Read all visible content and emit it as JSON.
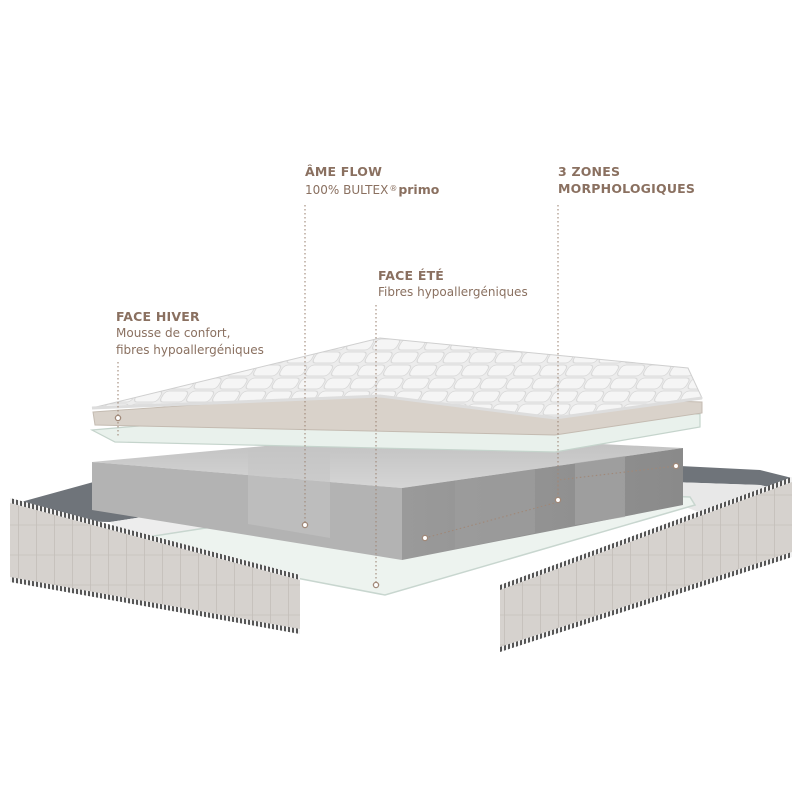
{
  "colors": {
    "label": "#8a7060",
    "leader": "#a08878"
  },
  "callouts": {
    "ame_flow": {
      "title": "ÂME FLOW",
      "desc_prefix": "100% BULTEX",
      "desc_mark": "®",
      "desc_strong": "primo"
    },
    "zones": {
      "title_line1": "3 ZONES",
      "title_line2": "MORPHOLOGIQUES"
    },
    "face_ete": {
      "title": "FACE ÉTÉ",
      "desc": "Fibres hypoallergéniques"
    },
    "face_hiver": {
      "title": "FACE HIVER",
      "desc_line1": "Mousse de confort,",
      "desc_line2": "fibres hypoallergéniques"
    }
  }
}
